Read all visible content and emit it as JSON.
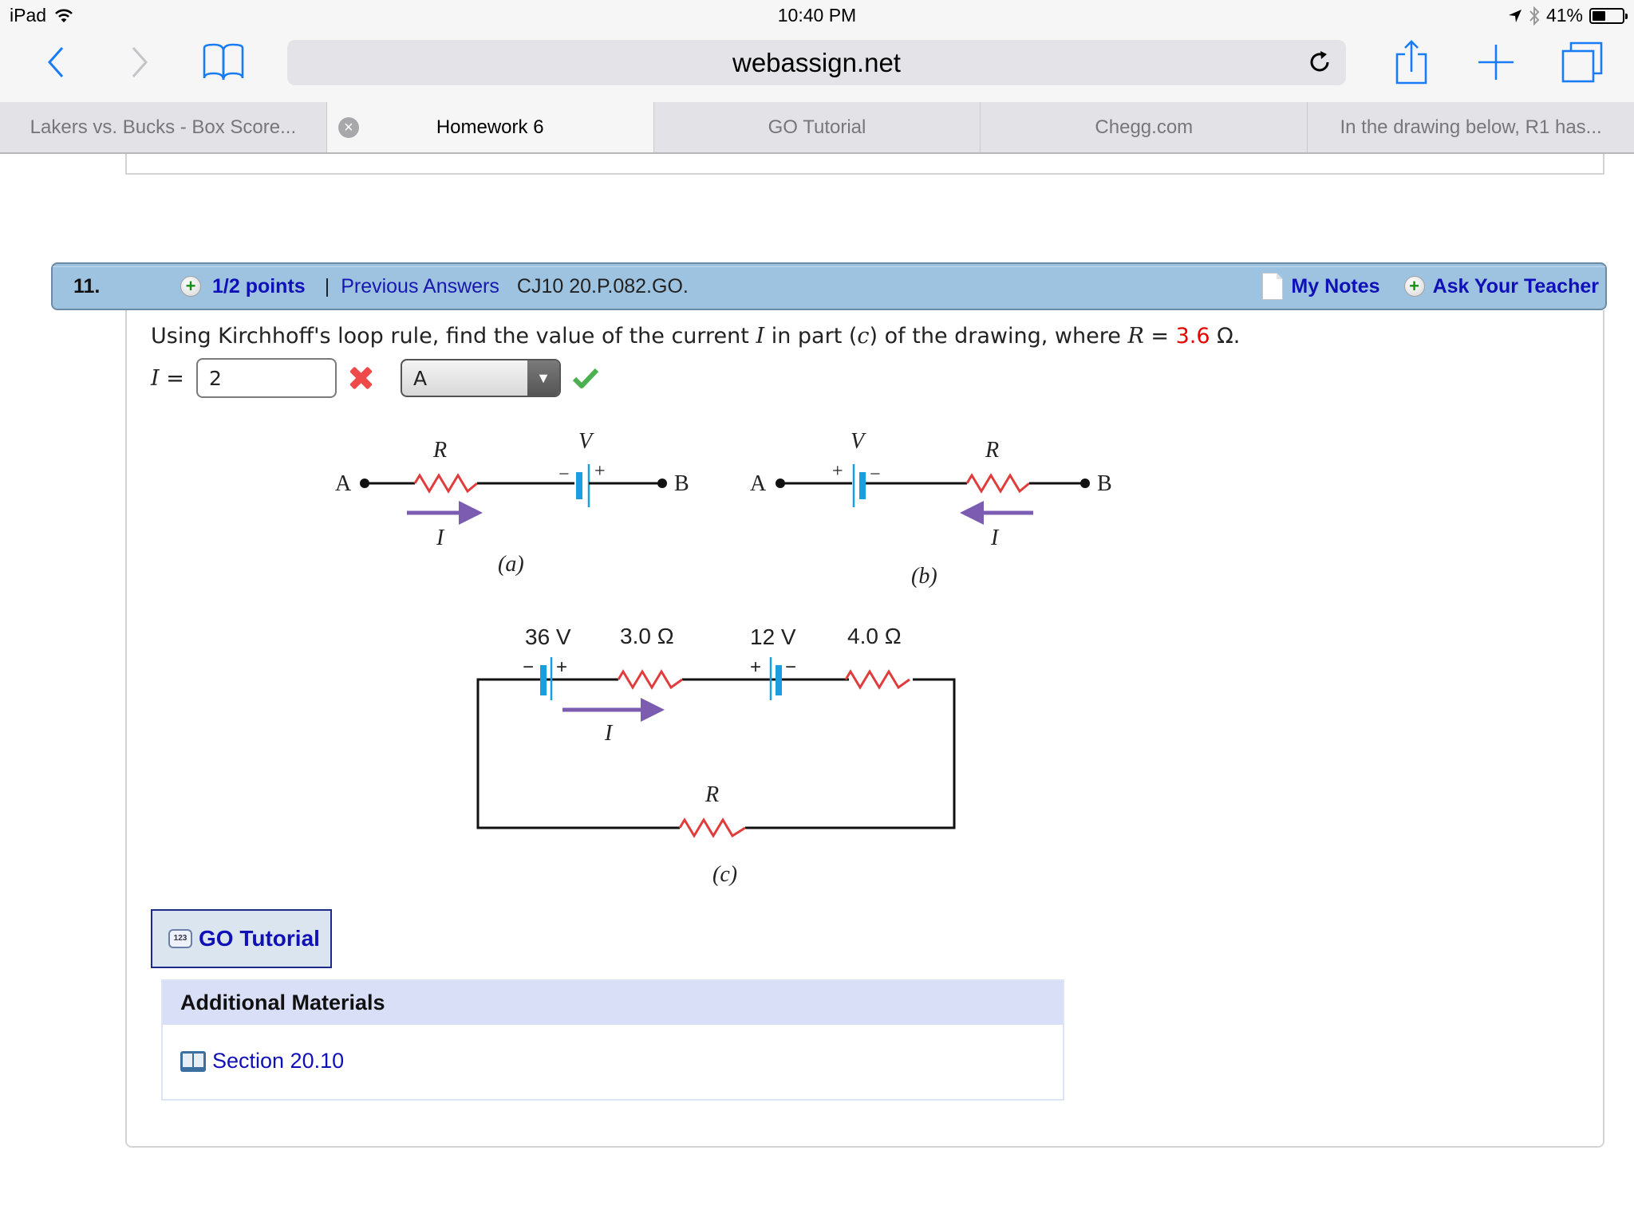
{
  "status_bar": {
    "device": "iPad",
    "time": "10:40 PM",
    "battery": "41%"
  },
  "browser": {
    "url": "webassign.net",
    "icons": {
      "back": "chevron-left-icon",
      "forward": "chevron-right-icon",
      "bookmarks": "book-icon",
      "reload": "reload-icon",
      "share": "share-icon",
      "new_tab": "plus-icon",
      "tabs": "tabs-icon"
    },
    "tabs": [
      {
        "label": "Lakers vs. Bucks - Box Score...",
        "active": false
      },
      {
        "label": "Homework 6",
        "active": true
      },
      {
        "label": "GO Tutorial",
        "active": false
      },
      {
        "label": "Chegg.com",
        "active": false
      },
      {
        "label": "In the drawing below, R1 has...",
        "active": false
      }
    ]
  },
  "question": {
    "number": "11.",
    "points": "1/2 points",
    "separator": "|",
    "previous_answers": "Previous Answers",
    "code": "CJ10 20.P.082.GO.",
    "my_notes": "My Notes",
    "ask_teacher": "Ask Your Teacher",
    "text_before": "Using Kirchhoff's loop rule, find the value of the current ",
    "var_I": "I",
    "text_mid": " in part (",
    "var_c": "c",
    "text_mid2": ") of the drawing, where ",
    "var_R": "R",
    "text_eq": " = ",
    "r_value": "3.6",
    "text_unit": " Ω.",
    "answer_label_var": "I",
    "answer_label_eq": " =",
    "answer_value": "2",
    "answer_status": "incorrect",
    "unit_value": "A",
    "unit_status": "correct",
    "colors": {
      "header_bg": "#9ec3e0",
      "link": "#1010b8",
      "highlight": "#e80000"
    }
  },
  "diagram": {
    "a": {
      "caption": "(a)",
      "left_node": "A",
      "right_node": "B",
      "resistor_label": "R",
      "battery_label": "V",
      "battery_left_sign": "−",
      "battery_right_sign": "+",
      "current_label": "I",
      "current_direction": "right"
    },
    "b": {
      "caption": "(b)",
      "left_node": "A",
      "right_node": "B",
      "resistor_label": "R",
      "battery_label": "V",
      "battery_left_sign": "+",
      "battery_right_sign": "−",
      "current_label": "I",
      "current_direction": "left"
    },
    "c": {
      "caption": "(c)",
      "battery1_label": "36 V",
      "battery1_left_sign": "−",
      "battery1_right_sign": "+",
      "resistor1_label": "3.0 Ω",
      "battery2_label": "12 V",
      "battery2_left_sign": "+",
      "battery2_right_sign": "−",
      "resistor2_label": "4.0 Ω",
      "bottom_resistor_label": "R",
      "current_label": "I",
      "current_direction": "right"
    }
  },
  "go_tutorial": {
    "label": "GO Tutorial",
    "icon_text": "123"
  },
  "additional_materials": {
    "title": "Additional Materials",
    "items": [
      {
        "label": "Section 20.10",
        "icon": "book-icon"
      }
    ]
  }
}
